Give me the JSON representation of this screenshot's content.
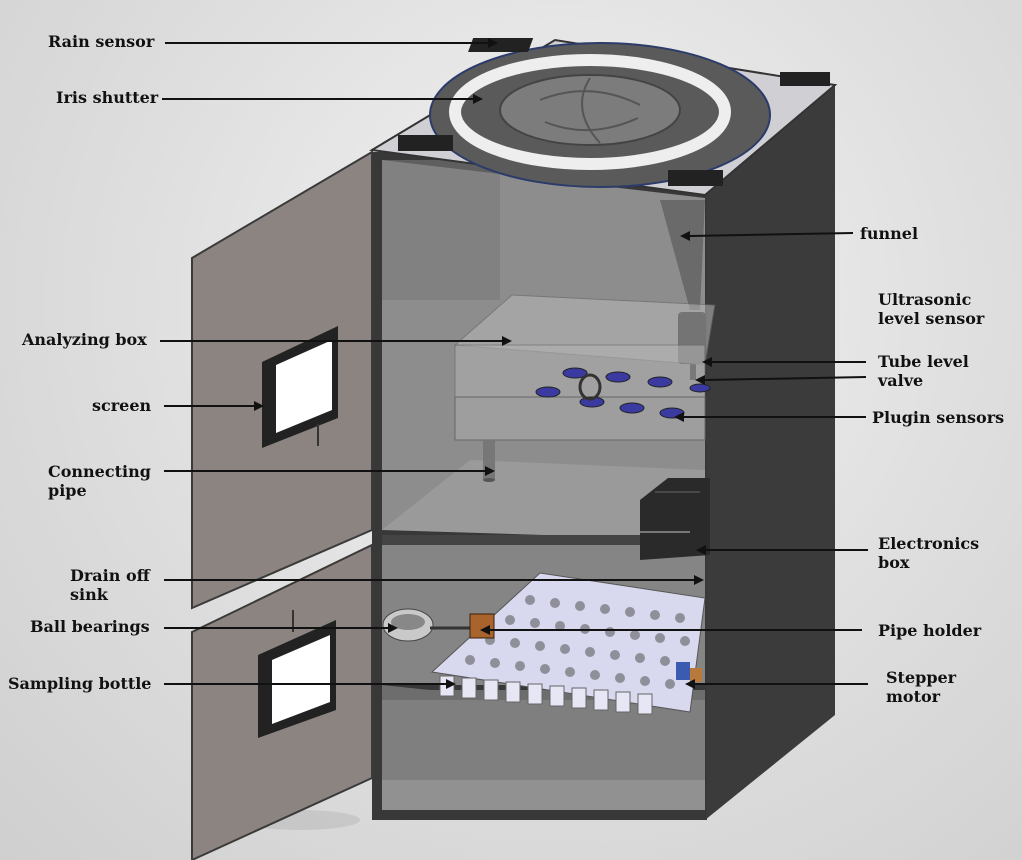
{
  "labels": {
    "rain_sensor": "Rain sensor",
    "iris_shutter": "Iris shutter",
    "funnel": "funnel",
    "ultrasonic_level_sensor": "Ultrasonic\nlevel sensor",
    "analyzing_box": "Analyzing box",
    "tube_level_valve": "Tube level\n valve",
    "screen": "screen",
    "plugin_sensors": "Plugin sensors",
    "connecting_pipe": "Connecting\npipe",
    "electronics_box": "Electronics\nbox",
    "drain_off_sink": "Drain off\nsink",
    "ball_bearings": "Ball bearings",
    "pipe_holder": "Pipe holder",
    "sampling_bottle": "Sampling bottle",
    "stepper_motor": "Stepper\nmotor"
  },
  "colors": {
    "cabinet": "#3a3a3a",
    "interior": "#8a8a8a",
    "door": "#8c8480",
    "rack": "#dcdcf0",
    "accent_blue": "#3a3aa0"
  }
}
